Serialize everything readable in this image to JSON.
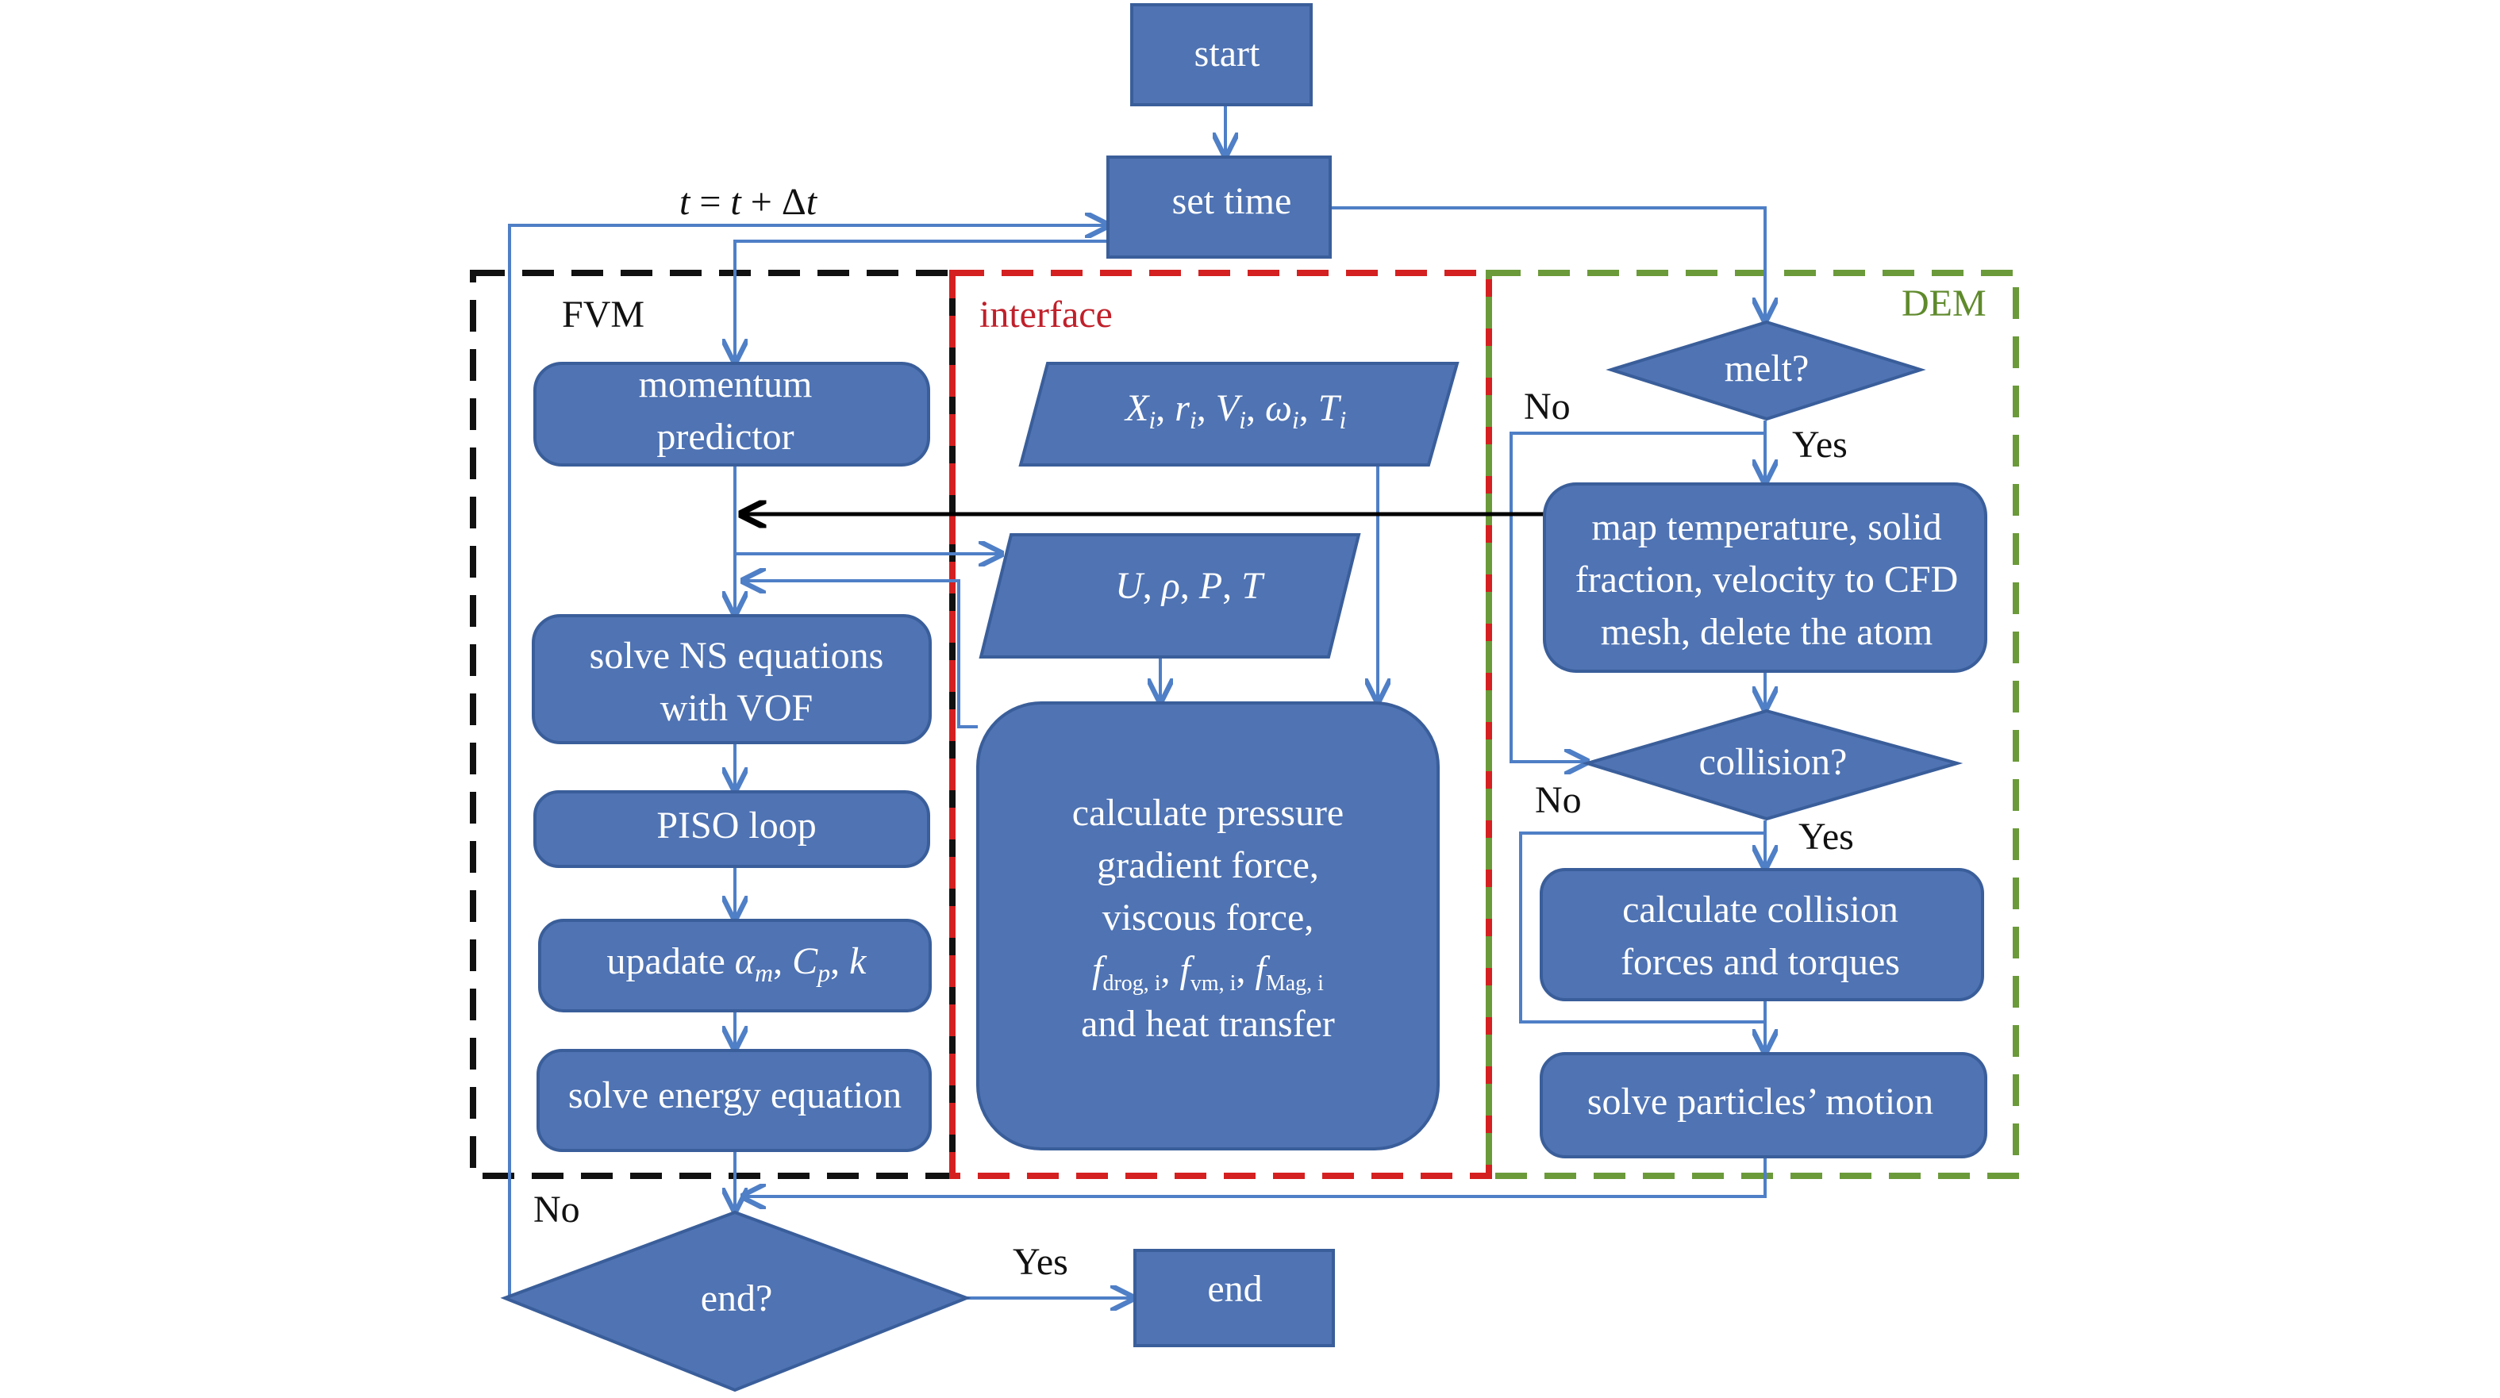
{
  "colors": {
    "node_fill": "#4f73b3",
    "node_stroke": "#3a5e9a",
    "edge": "#4f7fc6",
    "fvm_border": "#111111",
    "interface_border": "#d42020",
    "dem_border": "#6b9a3a",
    "interface_label": "#c0202a",
    "dem_label": "#5f8a2c",
    "feedback_arrow": "#000000"
  },
  "regions": {
    "fvm": "FVM",
    "interface": "interface",
    "dem": "DEM"
  },
  "nodes": {
    "start": "start",
    "set_time": "set time",
    "momentum_predictor": [
      "momentum",
      "predictor"
    ],
    "solve_ns": [
      "solve NS equations",
      "with VOF"
    ],
    "piso": "PISO loop",
    "update": {
      "prefix": "upadate ",
      "alpha": "α",
      "alpha_sub": "m",
      "cp": "C",
      "cp_sub": "p",
      "k": "k"
    },
    "solve_energy": "solve energy equation",
    "particle_input": {
      "symbols": [
        "X",
        "r",
        "V",
        "ω",
        "T"
      ],
      "sub": "i"
    },
    "field_input": [
      "U",
      "ρ",
      "P",
      "T"
    ],
    "calc_interface": {
      "lines": [
        "calculate pressure",
        "gradient force,",
        "viscous force,"
      ],
      "forces": [
        {
          "f": "f",
          "sub": "drog, i"
        },
        {
          "f": "f",
          "sub": "vm, i"
        },
        {
          "f": "f",
          "sub": "Mag, i"
        }
      ],
      "last_line": "and heat transfer"
    },
    "melt": "melt?",
    "map_temp": [
      "map temperature, solid",
      "fraction, velocity to CFD",
      "mesh, delete the atom"
    ],
    "collision": "collision?",
    "calc_collision": [
      "calculate collision",
      "forces and torques"
    ],
    "solve_particles": "solve particles’ motion",
    "end_q": "end?",
    "end": "end"
  },
  "edge_labels": {
    "time_step": {
      "t": "t",
      "eq": " = ",
      "t2": "t",
      "plus": " + Δ",
      "t3": "t"
    },
    "melt_no": "No",
    "melt_yes": "Yes",
    "collision_no": "No",
    "collision_yes": "Yes",
    "end_no": "No",
    "end_yes": "Yes"
  }
}
